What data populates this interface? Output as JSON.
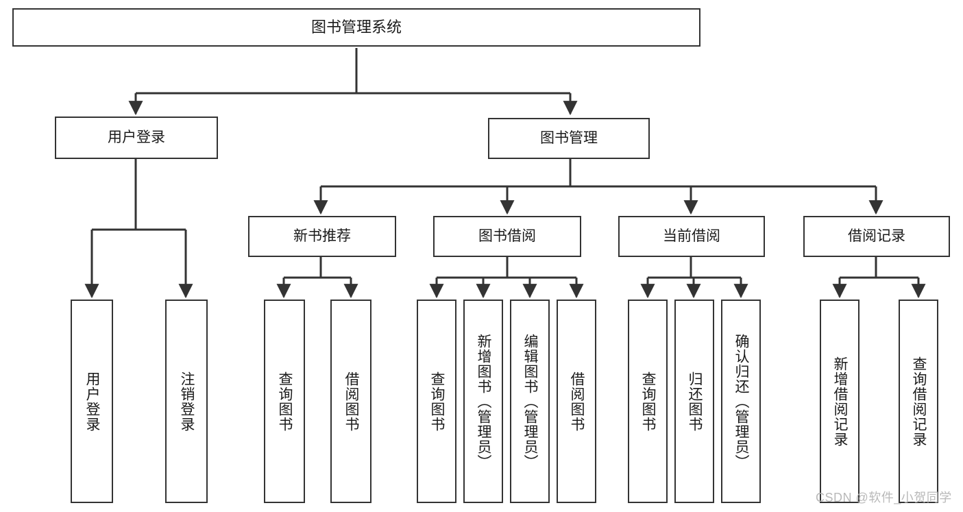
{
  "diagram": {
    "type": "hierarchy-tree",
    "title": "图书管理系统",
    "watermark": "CSDN @软件_小贺同学",
    "colors": {
      "box_stroke": "#333333",
      "box_fill": "#ffffff",
      "connector": "#333333",
      "text": "#1a1a1a",
      "watermark": "#b9b9b9",
      "background": "#ffffff"
    },
    "nodes": {
      "root": {
        "label": "图书管理系统"
      },
      "level1": [
        {
          "label": "用户登录"
        },
        {
          "label": "图书管理"
        }
      ],
      "level2": [
        {
          "label": "新书推荐"
        },
        {
          "label": "图书借阅"
        },
        {
          "label": "当前借阅"
        },
        {
          "label": "借阅记录"
        }
      ],
      "leaves_user_login": [
        {
          "label": "用户登录"
        },
        {
          "label": "注销登录"
        }
      ],
      "leaves_new_book": [
        {
          "label": "查询图书"
        },
        {
          "label": "借阅图书"
        }
      ],
      "leaves_borrow": [
        {
          "label": "查询图书"
        },
        {
          "label": "新增图书（管理员）"
        },
        {
          "label": "编辑图书（管理员）"
        },
        {
          "label": "借阅图书"
        }
      ],
      "leaves_current": [
        {
          "label": "查询图书"
        },
        {
          "label": "归还图书"
        },
        {
          "label": "确认归还（管理员）"
        }
      ],
      "leaves_records": [
        {
          "label": "新增借阅记录"
        },
        {
          "label": "查询借阅记录"
        }
      ]
    }
  }
}
